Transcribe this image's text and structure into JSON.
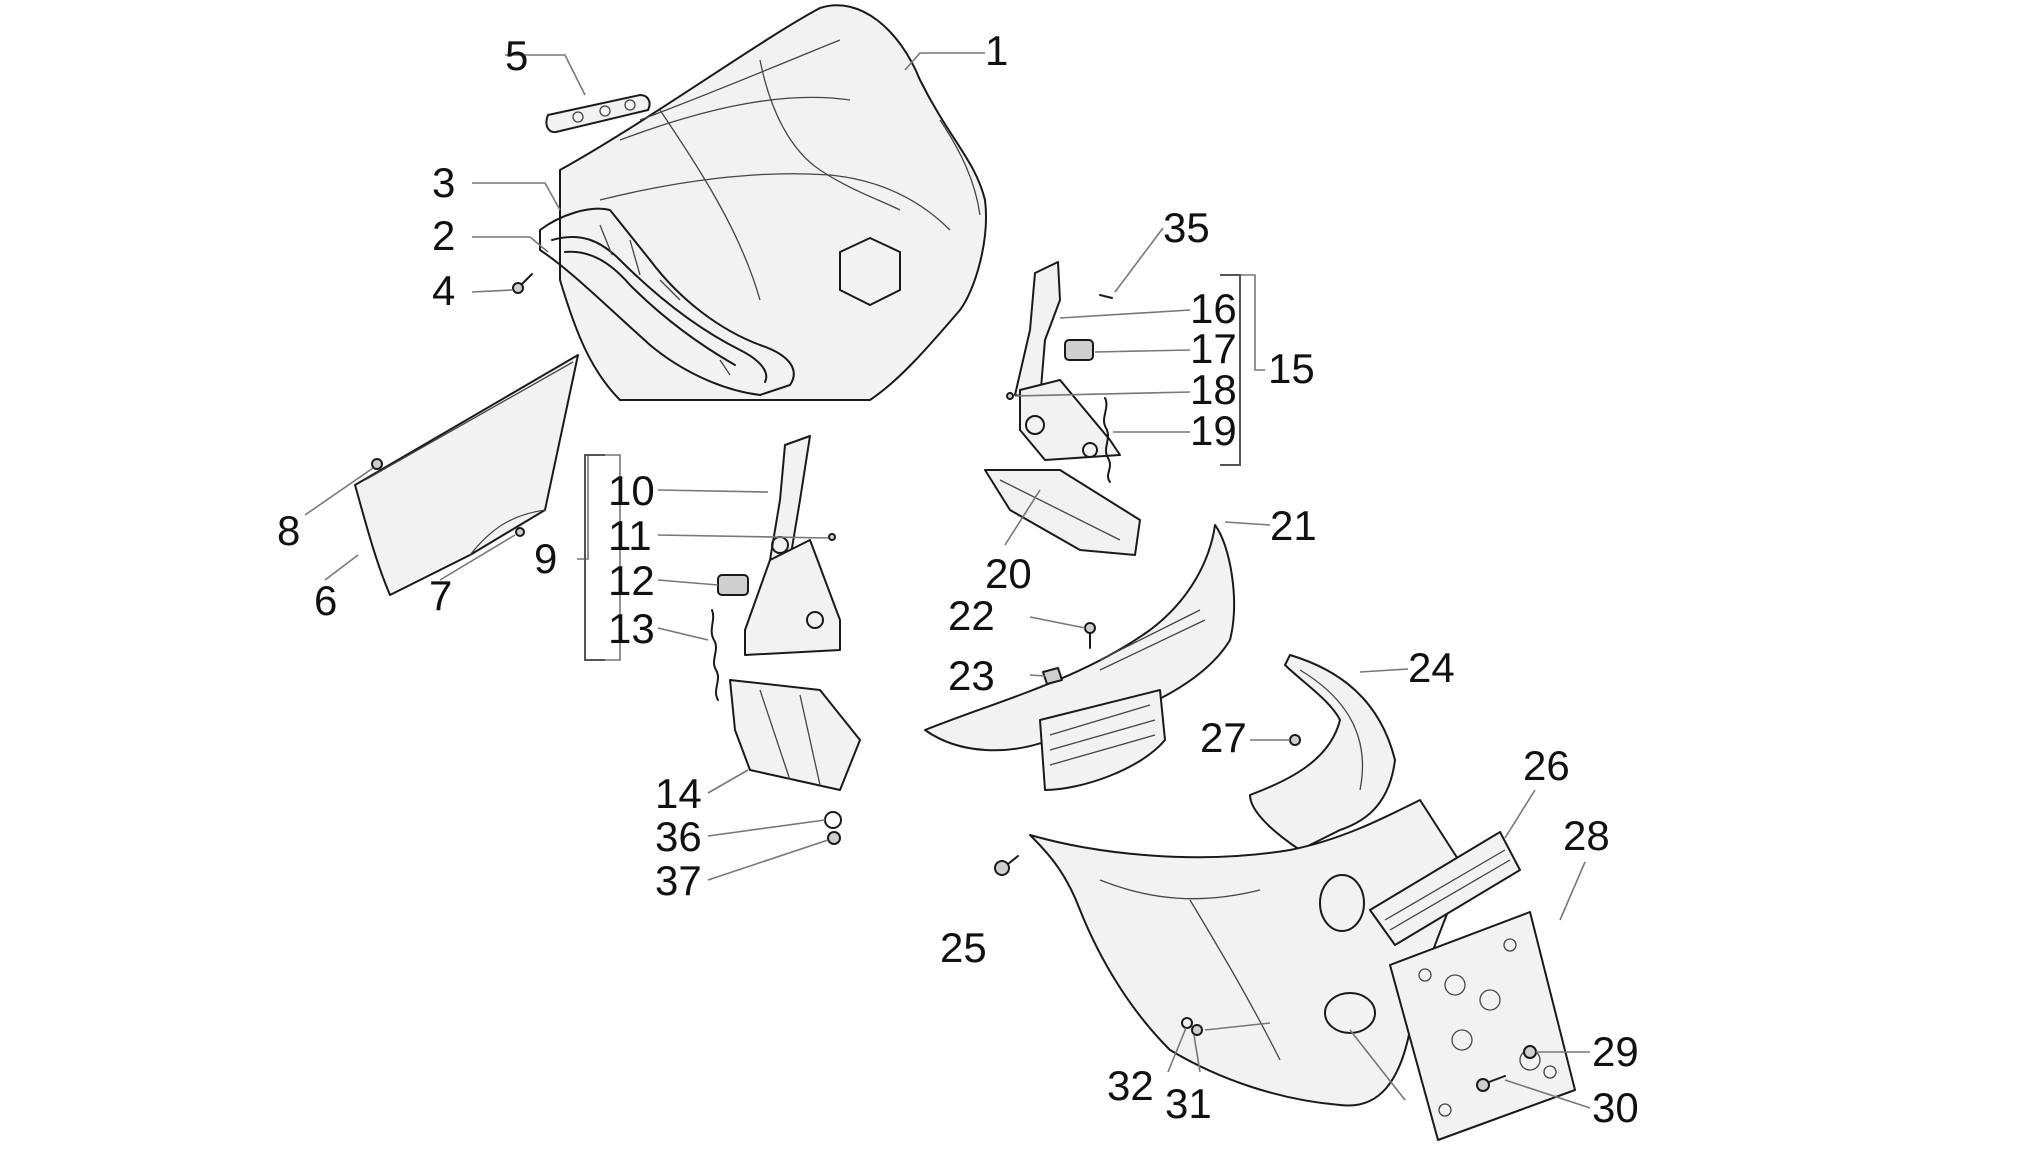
{
  "callouts": [
    {
      "id": "1",
      "text": "1"
    },
    {
      "id": "2",
      "text": "2"
    },
    {
      "id": "3",
      "text": "3"
    },
    {
      "id": "4",
      "text": "4"
    },
    {
      "id": "5",
      "text": "5"
    },
    {
      "id": "6",
      "text": "6"
    },
    {
      "id": "7",
      "text": "7"
    },
    {
      "id": "8",
      "text": "8"
    },
    {
      "id": "9",
      "text": "9"
    },
    {
      "id": "10",
      "text": "10"
    },
    {
      "id": "11",
      "text": "11"
    },
    {
      "id": "12",
      "text": "12"
    },
    {
      "id": "13",
      "text": "13"
    },
    {
      "id": "14",
      "text": "14"
    },
    {
      "id": "15",
      "text": "15"
    },
    {
      "id": "16",
      "text": "16"
    },
    {
      "id": "17",
      "text": "17"
    },
    {
      "id": "18",
      "text": "18"
    },
    {
      "id": "19",
      "text": "19"
    },
    {
      "id": "20",
      "text": "20"
    },
    {
      "id": "21",
      "text": "21"
    },
    {
      "id": "22",
      "text": "22"
    },
    {
      "id": "23",
      "text": "23"
    },
    {
      "id": "24",
      "text": "24"
    },
    {
      "id": "25",
      "text": "25"
    },
    {
      "id": "26",
      "text": "26"
    },
    {
      "id": "27",
      "text": "27"
    },
    {
      "id": "28",
      "text": "28"
    },
    {
      "id": "29",
      "text": "29"
    },
    {
      "id": "30",
      "text": "30"
    },
    {
      "id": "31",
      "text": "31"
    },
    {
      "id": "32",
      "text": "32"
    },
    {
      "id": "35",
      "text": "35"
    },
    {
      "id": "36",
      "text": "36"
    },
    {
      "id": "37",
      "text": "37"
    }
  ]
}
